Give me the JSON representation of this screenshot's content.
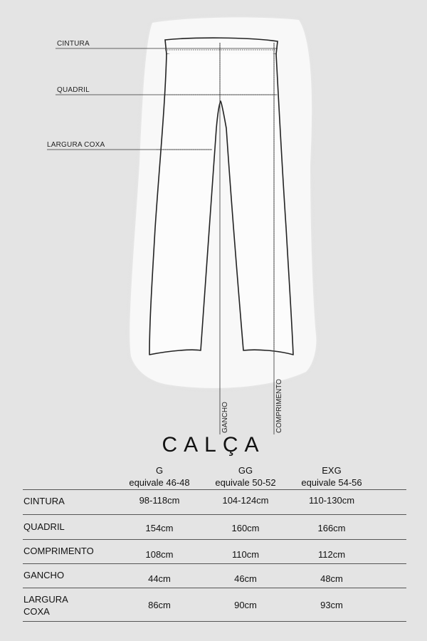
{
  "diagram_labels": {
    "cintura": "CINTURA",
    "quadril": "QUADRIL",
    "largura_coxa": "LARGURA COXA",
    "gancho": "GANCHO",
    "comprimento": "COMPRIMENTO"
  },
  "title": "CALÇA",
  "columns": [
    {
      "size": "G",
      "equivalent": "equivale 46-48"
    },
    {
      "size": "GG",
      "equivalent": "equivale 50-52"
    },
    {
      "size": "EXG",
      "equivalent": "equivale 54-56"
    }
  ],
  "rows": [
    {
      "label": "CINTURA",
      "values": [
        "98-118cm",
        "104-124cm",
        "110-130cm"
      ]
    },
    {
      "label": "QUADRIL",
      "values": [
        "154cm",
        "160cm",
        "166cm"
      ]
    },
    {
      "label": "COMPRIMENTO",
      "values": [
        "108cm",
        "110cm",
        "112cm"
      ]
    },
    {
      "label": "GANCHO",
      "values": [
        "44cm",
        "46cm",
        "48cm"
      ]
    },
    {
      "label_line1": "LARGURA",
      "label_line2": "COXA",
      "values": [
        "86cm",
        "90cm",
        "93cm"
      ]
    }
  ]
}
